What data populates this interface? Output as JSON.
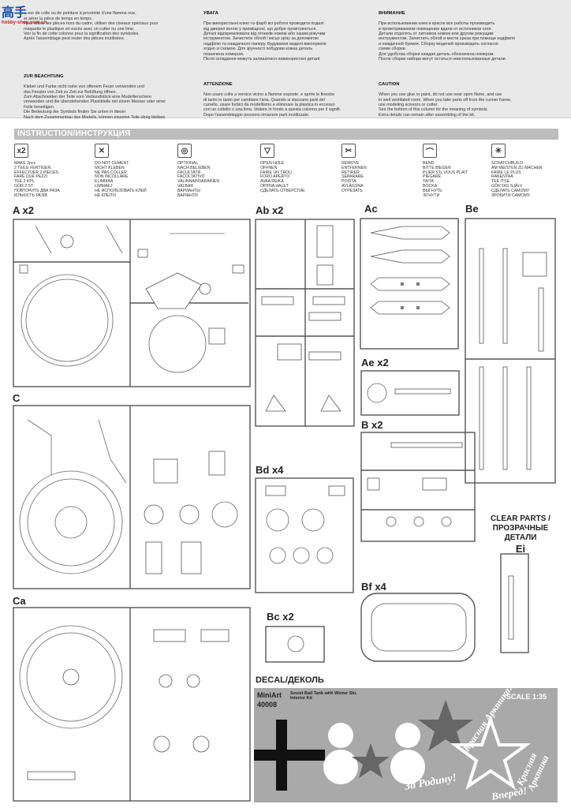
{
  "logo": {
    "mark": "高手",
    "sub": "hobby-shop.com.cn"
  },
  "warnings": {
    "fr": "…eur de colle ou de peinture à proximité d'une flamme nue,\net aérer la pièce de temps en temps.\nPour retirer les pièces hors du cadre, utiliser des ciseaux spéciaux pour\nmaquette le plastique en excès avec un cutter ou une lime.\nVoir la fin de cette colonne pour la signification des symboles.\nAprès l'assemblage peut rester des pièces inutilisées.",
    "de_title": "ZUR BEACHTUNG",
    "de": "Kleber und Farbe nicht nahe von offenem Feuer verwenden und\ndas Fenster von Zeit zu Zeit zur Belüftung öffnen.\nZum Abschneiden der Teile vom Verbundstück eine Modellierschere\nverwenden und die überstehenden Plastikteile mit einem Messer oder einer\nFeile beseitigen.\nDie Bedeutung der Symbols finden Sie unten in dieser\nNach dem Zusammenbau des Modells, können einzelne Teile übrig bleiben",
    "ua_title": "УВАГА",
    "ua": "При використанні клею та фарб всі роботи проводити подалі\nвід джерел вогню у приміщенні, що добре провітрюється.\nДеталі відокремлювати від літників ножем або іншим ріжучим\nінструментом. Зачистити облой і місця зрізу за допомогою\nнадфілю та наждачного паперу. Будування моделі виконувати\nзгідно зі схемою. Для зручності побудови кожна деталь\nпозначена номером.\nПісля складання можуть залишитися невикористані деталі.",
    "it_title": "ATTENZIONE",
    "it": "Non usare colla a vernice vicino a flamme esposte. e aprire le finestre\ndi tanto in tanto per cambiare l'aria. Quando si staccano parti del\ncarrello, usare forbici da modellismo e eliminare la plastica in eccesso\ncon un coltello o una lima. Vedere in fondo a questa colonna  per il signifi.\nDopo l'assemblaggio possono rimanere parti inutilizzate.",
    "ru_title": "ВНИМАНИЕ",
    "ru": "При использовании клея и красок все работы производить\nв проветриваемом помещении вдали от источников огня.\nДетали отделять от литников ножом или другим режущим\nинструментом. Зачистить облой и места среза при помощи надфиля\nи наждачной бумаги. Сборку моделей производить согласно\nсхеме сборки.\nДля удобства сборки каждая деталь обозначена номером.\nПосле сборки набора могут остаться неиспользованные детали.",
    "en_title": "CAUTION",
    "en": "When you use glue or paint, do not use near open flame, and use\nin well ventilated room. When you take parts off from the runner frame,\nuse modeling scissors or cutter.\nSee the bottom of this column for the meaning of symbols.\nExtra details can remain after assembling of the kit."
  },
  "instruction_title": "INSTRUCTION/ИНСТРУКЦИЯ",
  "symbols": [
    {
      "glyph": "x2",
      "icon": "make-two-icon",
      "text": "MAKE 2pcs\n2 TEILE FERTIGEN\nEFFECTUER 2 PIECES\nFARE DUE PEZZI\nTEE 2 KPL\nGÖR 2 ST\nПОВТОРИТЬ ДВА РАЗА\nКІЛЬКІСТЬ РАЗІВ"
    },
    {
      "glyph": "✕",
      "icon": "no-cement-icon",
      "text": "DO NOT CEMENT\nNICHT KLEBEN\nNE PAS COLLER\nNON INCOLLARE\nELIMMAA\nLIMMAEJ\nНЕ ИСПОЛЬЗОВАТЬ КЛЕЙ\nНЕ КЛЕЇТИ"
    },
    {
      "glyph": "◎",
      "icon": "optional-icon",
      "text": "OPTIONAL\nNACH BELIEBEN\nFACULTATIF\nFACOLTATIVO\nVALINNAINVARAINEN\nVALBAR\nВАРИАНТЫ\nВАРІАНТИ"
    },
    {
      "glyph": "▽",
      "icon": "drill-hole-icon",
      "text": "OPEN HOLE\nOFFNEN\nFAIRE UN TROU\nFORO APERTO\nAVAA REIKA\nÖPPNA HALET\nСДЕЛАТЬ ОТВЕРСТИЕ"
    },
    {
      "glyph": "✂",
      "icon": "remove-icon",
      "text": "REMOVE\nENTFERNEN\nRETIRER\nSEPARARE\nPOISTA\nAVLÄGSNA\nОТРЕЗАТЬ"
    },
    {
      "glyph": "⌒",
      "icon": "bend-icon",
      "text": "BEND\nBITTE BIEGEN\nPLIER S'IL VOUS PLAIT\nPIEGARE\nTAITA\nBÖCKA\nВЫГНУТЬ\nЗІГНУТИ"
    },
    {
      "glyph": "✳",
      "icon": "scratchbuild-icon",
      "text": "SCRATCHBUILD\nAM MEISTEN ZU MACHEN\nFAIRE LE PLUS\nRAKENTAA\nTEE ITSE\nGÖR DIG SJÄLV\nСДЕЛАТЬ САМОМУ\nЗРОБИТИ САМОМУ"
    }
  ],
  "sprues": {
    "a": "A x2",
    "ab": "Ab x2",
    "ac": "Ac",
    "be": "Be",
    "ae": "Ae x2",
    "c": "C",
    "bx": "B x2",
    "bd": "Bd x4",
    "ca": "Ca",
    "bc": "Bc x2",
    "bf": "Bf x4",
    "ei": "Ei",
    "clear": "CLEAR PARTS /\nПРОЗРАЧНЫЕ\nДЕТАЛИ"
  },
  "decal": {
    "title": "DECAL/ДЕКОЛЬ",
    "brand": "MiniArt",
    "code": "40008",
    "kit": "Soviet Ball Tank with Winter Ski.\nInterior Kit",
    "scale": "SCALE 1:35",
    "slogan1": "Красная Арктика!",
    "slogan2": "Красная Арктика",
    "slogan3": "За Родину!",
    "slogan4": "Вперёд!"
  }
}
